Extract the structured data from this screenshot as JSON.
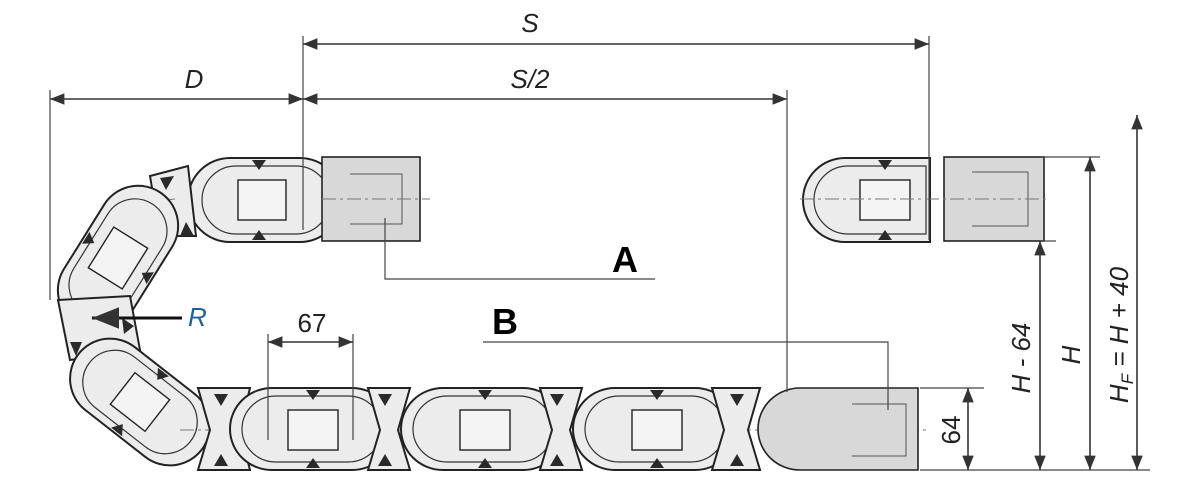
{
  "labels": {
    "S": "S",
    "S_half": "S/2",
    "D": "D",
    "R": "R",
    "A": "A",
    "B": "B",
    "pitch": "67",
    "height_64": "64",
    "H_minus_64": "H - 64",
    "H": "H",
    "HF_main": "H",
    "HF_sub": "F",
    "HF_rest": " = H + 40"
  },
  "colors": {
    "link_fill": "#ececec",
    "bracket_fill": "#d8d8d8",
    "triangle": "#2a2a2a",
    "R_label": "#1f5f9a"
  }
}
